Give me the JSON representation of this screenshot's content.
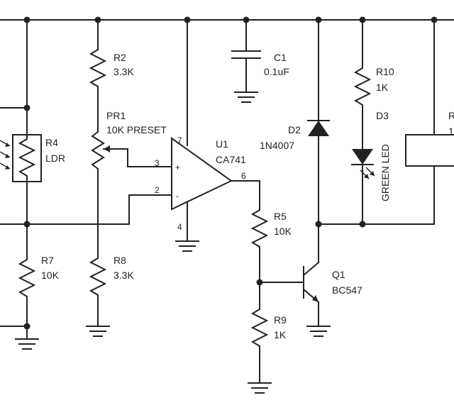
{
  "components": {
    "r2": {
      "ref": "R2",
      "value": "3.3K"
    },
    "pr1": {
      "ref": "PR1",
      "value": "10K PRESET"
    },
    "r4": {
      "ref": "R4",
      "value": "LDR"
    },
    "r7": {
      "ref": "R7",
      "value": "10K"
    },
    "r8": {
      "ref": "R8",
      "value": "3.3K"
    },
    "c1": {
      "ref": "C1",
      "value": "0.1uF"
    },
    "u1": {
      "ref": "U1",
      "value": "CA741"
    },
    "r5": {
      "ref": "R5",
      "value": "10K"
    },
    "r9": {
      "ref": "R9",
      "value": "1K"
    },
    "q1": {
      "ref": "Q1",
      "value": "BC547"
    },
    "d2": {
      "ref": "D2",
      "value": "1N4007"
    },
    "r10": {
      "ref": "R10",
      "value": "1K"
    },
    "d3": {
      "ref": "D3",
      "value": "GREEN LED"
    },
    "rl": {
      "ref": "R",
      "value": "1"
    }
  },
  "pins": {
    "p7": "7",
    "p3": "3",
    "p2": "2",
    "p4": "4",
    "p6": "6",
    "plus": "+",
    "minus": "-"
  },
  "colors": {
    "ink": "#222222",
    "background": "#ffffff"
  }
}
